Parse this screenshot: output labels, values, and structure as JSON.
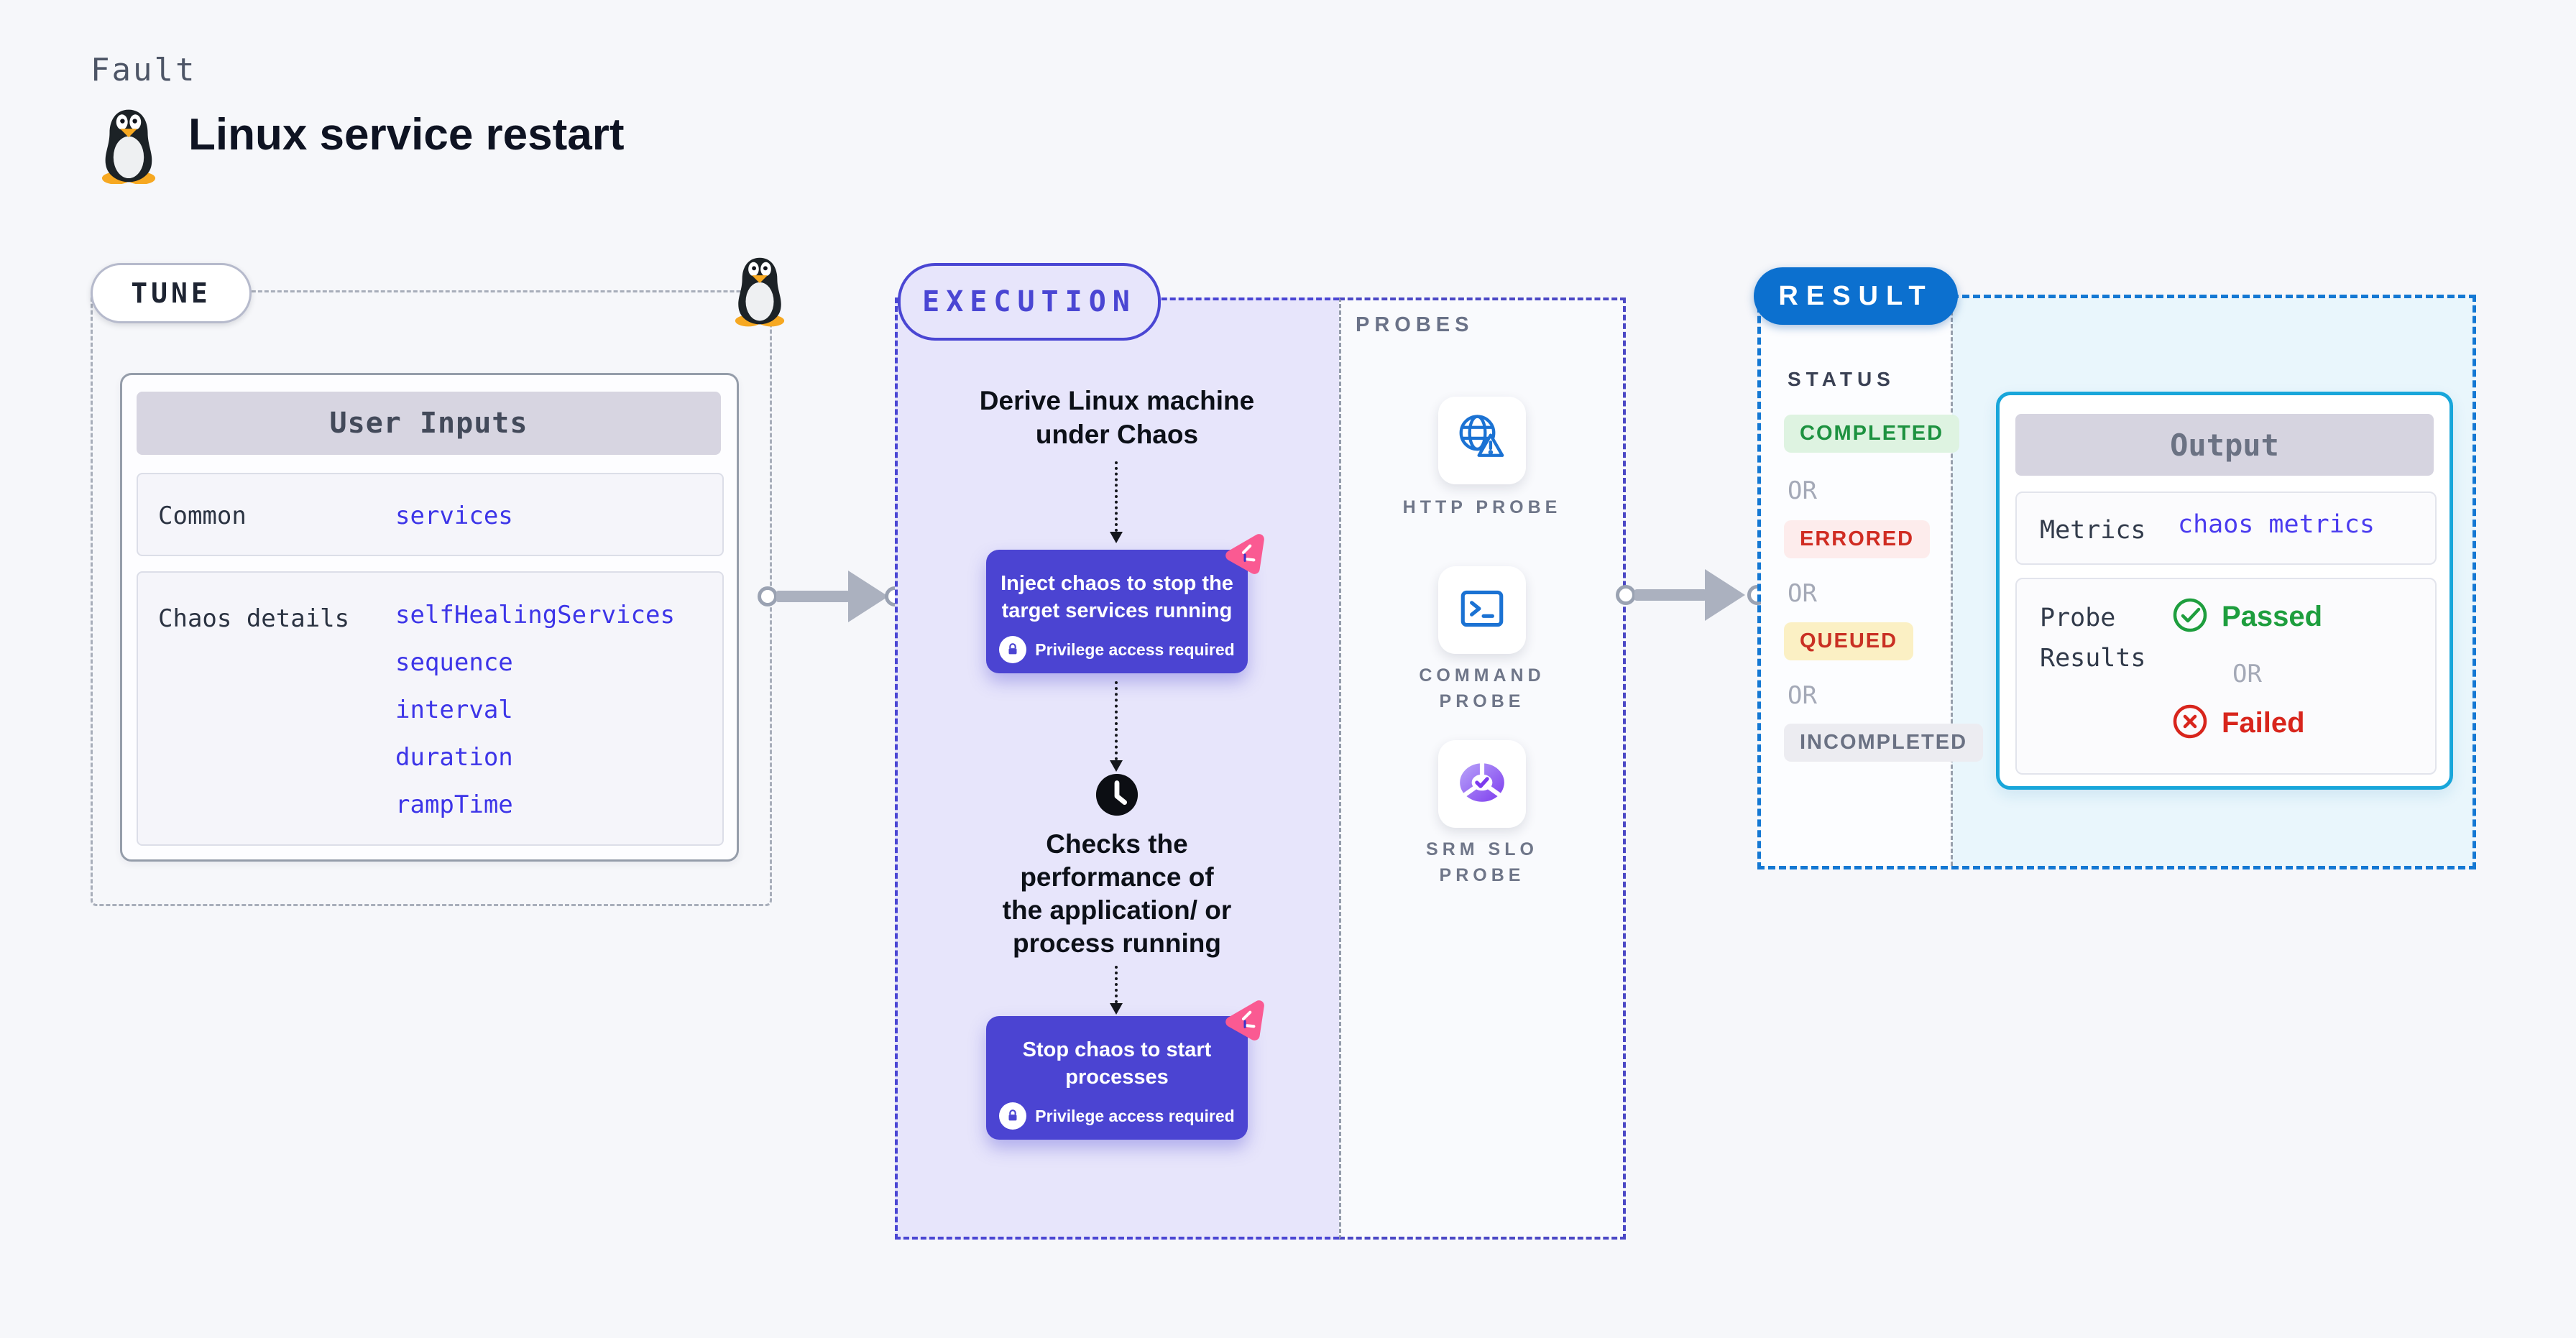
{
  "header": {
    "kicker": "Fault",
    "title": "Linux service restart",
    "icon": "tux-penguin-icon"
  },
  "tune": {
    "badge": "TUNE",
    "user_inputs": {
      "header": "User Inputs",
      "rows": [
        {
          "label": "Common",
          "values": [
            "services"
          ]
        },
        {
          "label": "Chaos details",
          "values": [
            "selfHealingServices",
            "sequence",
            "interval",
            "duration",
            "rampTime"
          ]
        }
      ]
    }
  },
  "execution": {
    "badge": "EXECUTION",
    "derive_lines": [
      "Derive Linux machine",
      "under Chaos"
    ],
    "inject_lines": [
      "Inject chaos to stop the",
      "target services running"
    ],
    "privilege_note": "Privilege access required",
    "check_lines": [
      "Checks the",
      "performance of",
      "the application/ or",
      "process running"
    ],
    "stop_lines": [
      "Stop chaos to start",
      "processes"
    ]
  },
  "probes": {
    "label": "PROBES",
    "items": [
      {
        "icon": "globe-alert-icon",
        "label_lines": [
          "HTTP PROBE"
        ]
      },
      {
        "icon": "terminal-icon",
        "label_lines": [
          "COMMAND",
          "PROBE"
        ]
      },
      {
        "icon": "slo-donut-icon",
        "label_lines": [
          "SRM SLO",
          "PROBE"
        ]
      }
    ]
  },
  "result": {
    "badge": "RESULT",
    "status_label": "STATUS",
    "or_label": "OR",
    "statuses": [
      {
        "label": "COMPLETED",
        "fg": "#1d9240",
        "bg": "#def3e1"
      },
      {
        "label": "ERRORED",
        "fg": "#d02c22",
        "bg": "#fdecec"
      },
      {
        "label": "QUEUED",
        "fg": "#c93023",
        "bg": "#fbf0c4"
      },
      {
        "label": "INCOMPLETED",
        "fg": "#6a7183",
        "bg": "#ececf1"
      }
    ],
    "output": {
      "header": "Output",
      "metrics_label": "Metrics",
      "metrics_value": "chaos metrics",
      "probe_results_lines": [
        "Probe",
        "Results"
      ],
      "passed_label": "Passed",
      "failed_label": "Failed"
    }
  },
  "colors": {
    "page_bg": "#f6f7fa",
    "accent_indigo": "#4a46d3",
    "execution_fill": "#e7e5fb",
    "result_blue": "#0c70cf",
    "result_frame_blue": "#1478d3",
    "output_border_cyan": "#18a6da",
    "result_cyan_bg": "#e9f6fc",
    "link_blue": "#3d35e8",
    "passed_green": "#1e9e3e",
    "failed_red": "#d8251c",
    "chaos_pink": "#fa5a92",
    "probe_icon_blue": "#1b72d3"
  }
}
